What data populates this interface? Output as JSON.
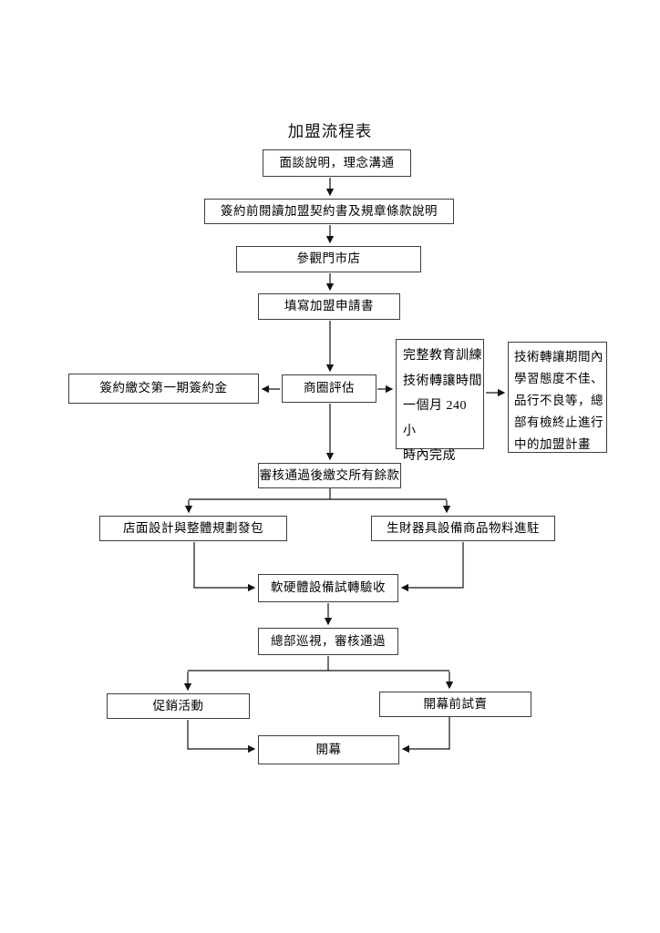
{
  "page": {
    "title": "加盟流程表"
  },
  "flowchart": {
    "nodes": {
      "interview": {
        "label": "面談說明，理念溝通"
      },
      "contract_reading": {
        "label": "簽約前閱讀加盟契約書及規章條款說明"
      },
      "visit_store": {
        "label": "參觀門市店"
      },
      "application": {
        "label": "填寫加盟申請書"
      },
      "market_evaluation": {
        "label": "商圈評估"
      },
      "first_payment": {
        "label": "簽約繳交第一期簽約金"
      },
      "training": {
        "label": "完整教育訓練\n技術轉讓時間\n一個月 240 小\n時內完成"
      },
      "termination_note": {
        "label": "技術轉讓期間內\n學習態度不佳、\n品行不良等，總\n部有檢終止進行\n中的加盟計畫"
      },
      "balance_payment": {
        "label": "審核通過後繳交所有餘款"
      },
      "store_design": {
        "label": "店面設計與整體規劃發包"
      },
      "equipment_stocking": {
        "label": "生財器具設備商品物料進駐"
      },
      "test_acceptance": {
        "label": "軟硬體設備試轉驗收"
      },
      "hq_inspection": {
        "label": "總部巡視，審核通過"
      },
      "promotion": {
        "label": "促銷活動"
      },
      "pre_opening_sale": {
        "label": "開幕前試賣"
      },
      "grand_opening": {
        "label": "開幕"
      }
    },
    "colors": {
      "box_border": "#3e3e3e",
      "line": "#141414",
      "text": "#000000",
      "background": "#ffffff"
    }
  }
}
